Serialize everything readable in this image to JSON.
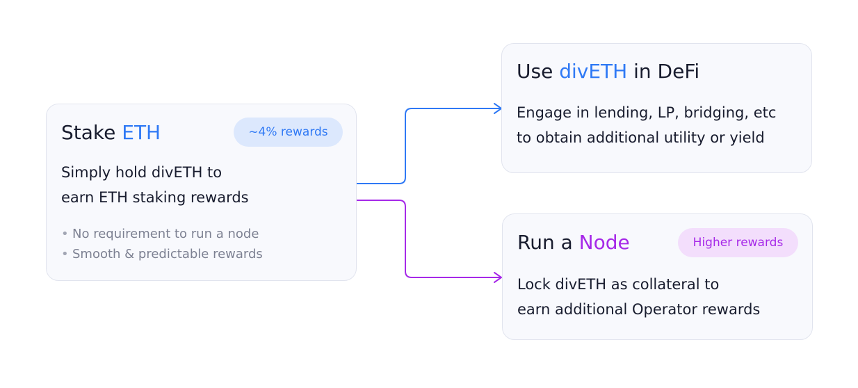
{
  "stake_card": {
    "title_prefix": "Stake ",
    "title_highlight": "ETH",
    "badge": "~4% rewards",
    "desc_line1": "Simply hold divETH to",
    "desc_line2": "earn ETH staking rewards",
    "bullets": [
      "No requirement to run a node",
      "Smooth & predictable rewards"
    ]
  },
  "defi_card": {
    "title_prefix": "Use ",
    "title_highlight": "divETH",
    "title_suffix": " in DeFi",
    "desc_line1": "Engage in lending, LP, bridging, etc",
    "desc_line2": "to obtain additional utility or yield"
  },
  "node_card": {
    "title_prefix": "Run a ",
    "title_highlight": "Node",
    "badge": "Higher rewards",
    "desc_line1": "Lock divETH as collateral to",
    "desc_line2": "earn additional Operator rewards"
  },
  "colors": {
    "blue": "#2f79f5",
    "purple": "#a629e8",
    "text_dark": "#181c2e",
    "text_muted": "#7d8192",
    "card_bg": "#f8f9fd",
    "card_border": "#e1e4ee"
  }
}
